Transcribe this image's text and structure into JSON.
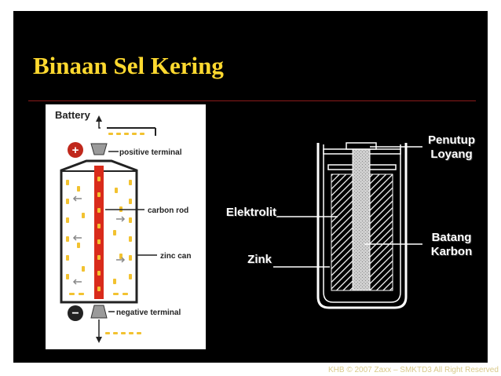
{
  "slide": {
    "title": "Binaan Sel Kering",
    "footer": "KHB © 2007 Zaxx – SMKTD3   All Right Reserved",
    "colors": {
      "title": "#ffd92f",
      "background": "#000000",
      "rule": "#8b1a1a",
      "carbon_rod": "#d92b1b",
      "electrolyte_dots": "#f2c230"
    }
  },
  "battery_figure": {
    "heading": "Battery",
    "labels": {
      "positive_terminal": "positive terminal",
      "carbon_rod": "carbon rod",
      "zinc_can": "zinc can",
      "negative_terminal": "negative terminal"
    },
    "plus_symbol": "+",
    "minus_symbol": "−"
  },
  "cell_diagram": {
    "labels": {
      "cap_line1": "Penutup",
      "cap_line2": "Loyang",
      "electrolyte": "Elektrolit",
      "zinc": "Zink",
      "rod_line1": "Batang",
      "rod_line2": "Karbon"
    }
  }
}
